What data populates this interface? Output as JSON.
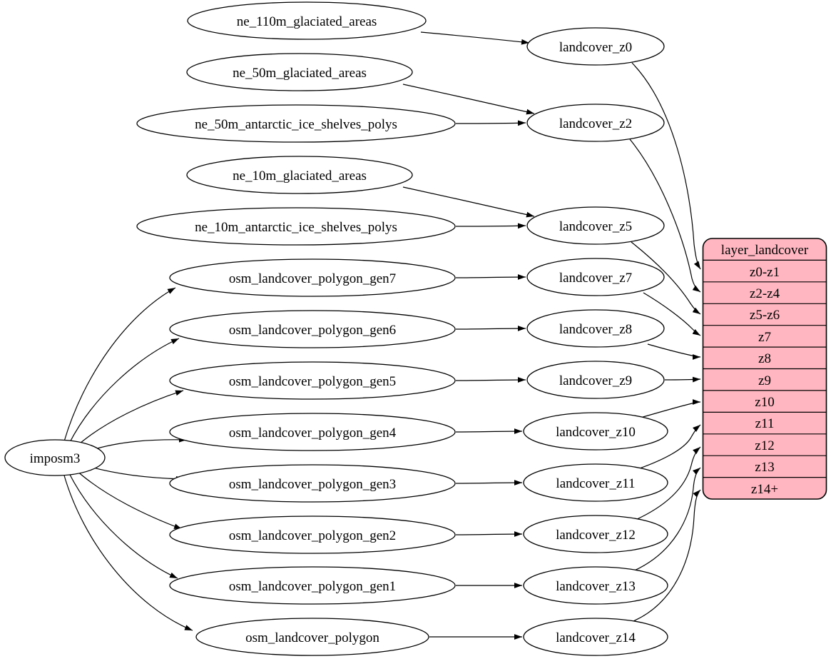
{
  "colors": {
    "background": "#ffffff",
    "node_fill": "#ffffff",
    "stroke": "#000000",
    "table_fill": "#ffb6c1"
  },
  "nodes": {
    "imposm3": {
      "label": "imposm3"
    },
    "ne110": {
      "label": "ne_110m_glaciated_areas"
    },
    "ne50g": {
      "label": "ne_50m_glaciated_areas"
    },
    "ne50a": {
      "label": "ne_50m_antarctic_ice_shelves_polys"
    },
    "ne10g": {
      "label": "ne_10m_glaciated_areas"
    },
    "ne10a": {
      "label": "ne_10m_antarctic_ice_shelves_polys"
    },
    "gen7": {
      "label": "osm_landcover_polygon_gen7"
    },
    "gen6": {
      "label": "osm_landcover_polygon_gen6"
    },
    "gen5": {
      "label": "osm_landcover_polygon_gen5"
    },
    "gen4": {
      "label": "osm_landcover_polygon_gen4"
    },
    "gen3": {
      "label": "osm_landcover_polygon_gen3"
    },
    "gen2": {
      "label": "osm_landcover_polygon_gen2"
    },
    "gen1": {
      "label": "osm_landcover_polygon_gen1"
    },
    "poly": {
      "label": "osm_landcover_polygon"
    },
    "z0": {
      "label": "landcover_z0"
    },
    "z2": {
      "label": "landcover_z2"
    },
    "z5": {
      "label": "landcover_z5"
    },
    "z7": {
      "label": "landcover_z7"
    },
    "z8": {
      "label": "landcover_z8"
    },
    "z9": {
      "label": "landcover_z9"
    },
    "z10": {
      "label": "landcover_z10"
    },
    "z11": {
      "label": "landcover_z11"
    },
    "z12": {
      "label": "landcover_z12"
    },
    "z13": {
      "label": "landcover_z13"
    },
    "z14": {
      "label": "landcover_z14"
    }
  },
  "table": {
    "title": "layer_landcover",
    "rows": [
      "z0-z1",
      "z2-z4",
      "z5-z6",
      "z7",
      "z8",
      "z9",
      "z10",
      "z11",
      "z12",
      "z13",
      "z14+"
    ]
  },
  "edges": [
    {
      "from": "ne_110m_glaciated_areas",
      "to": "landcover_z0"
    },
    {
      "from": "ne_50m_glaciated_areas",
      "to": "landcover_z2"
    },
    {
      "from": "ne_50m_antarctic_ice_shelves_polys",
      "to": "landcover_z2"
    },
    {
      "from": "ne_10m_glaciated_areas",
      "to": "landcover_z5"
    },
    {
      "from": "ne_10m_antarctic_ice_shelves_polys",
      "to": "landcover_z5"
    },
    {
      "from": "imposm3",
      "to": "osm_landcover_polygon_gen7"
    },
    {
      "from": "imposm3",
      "to": "osm_landcover_polygon_gen6"
    },
    {
      "from": "imposm3",
      "to": "osm_landcover_polygon_gen5"
    },
    {
      "from": "imposm3",
      "to": "osm_landcover_polygon_gen4"
    },
    {
      "from": "imposm3",
      "to": "osm_landcover_polygon_gen3"
    },
    {
      "from": "imposm3",
      "to": "osm_landcover_polygon_gen2"
    },
    {
      "from": "imposm3",
      "to": "osm_landcover_polygon_gen1"
    },
    {
      "from": "imposm3",
      "to": "osm_landcover_polygon"
    },
    {
      "from": "osm_landcover_polygon_gen7",
      "to": "landcover_z7"
    },
    {
      "from": "osm_landcover_polygon_gen6",
      "to": "landcover_z8"
    },
    {
      "from": "osm_landcover_polygon_gen5",
      "to": "landcover_z9"
    },
    {
      "from": "osm_landcover_polygon_gen4",
      "to": "landcover_z10"
    },
    {
      "from": "osm_landcover_polygon_gen3",
      "to": "landcover_z11"
    },
    {
      "from": "osm_landcover_polygon_gen2",
      "to": "landcover_z12"
    },
    {
      "from": "osm_landcover_polygon_gen1",
      "to": "landcover_z13"
    },
    {
      "from": "osm_landcover_polygon",
      "to": "landcover_z14"
    },
    {
      "from": "landcover_z0",
      "to": "layer_landcover:z0-z1"
    },
    {
      "from": "landcover_z2",
      "to": "layer_landcover:z2-z4"
    },
    {
      "from": "landcover_z5",
      "to": "layer_landcover:z5-z6"
    },
    {
      "from": "landcover_z7",
      "to": "layer_landcover:z7"
    },
    {
      "from": "landcover_z8",
      "to": "layer_landcover:z8"
    },
    {
      "from": "landcover_z9",
      "to": "layer_landcover:z9"
    },
    {
      "from": "landcover_z10",
      "to": "layer_landcover:z10"
    },
    {
      "from": "landcover_z11",
      "to": "layer_landcover:z11"
    },
    {
      "from": "landcover_z12",
      "to": "layer_landcover:z12"
    },
    {
      "from": "landcover_z13",
      "to": "layer_landcover:z13"
    },
    {
      "from": "landcover_z14",
      "to": "layer_landcover:z14+"
    }
  ]
}
